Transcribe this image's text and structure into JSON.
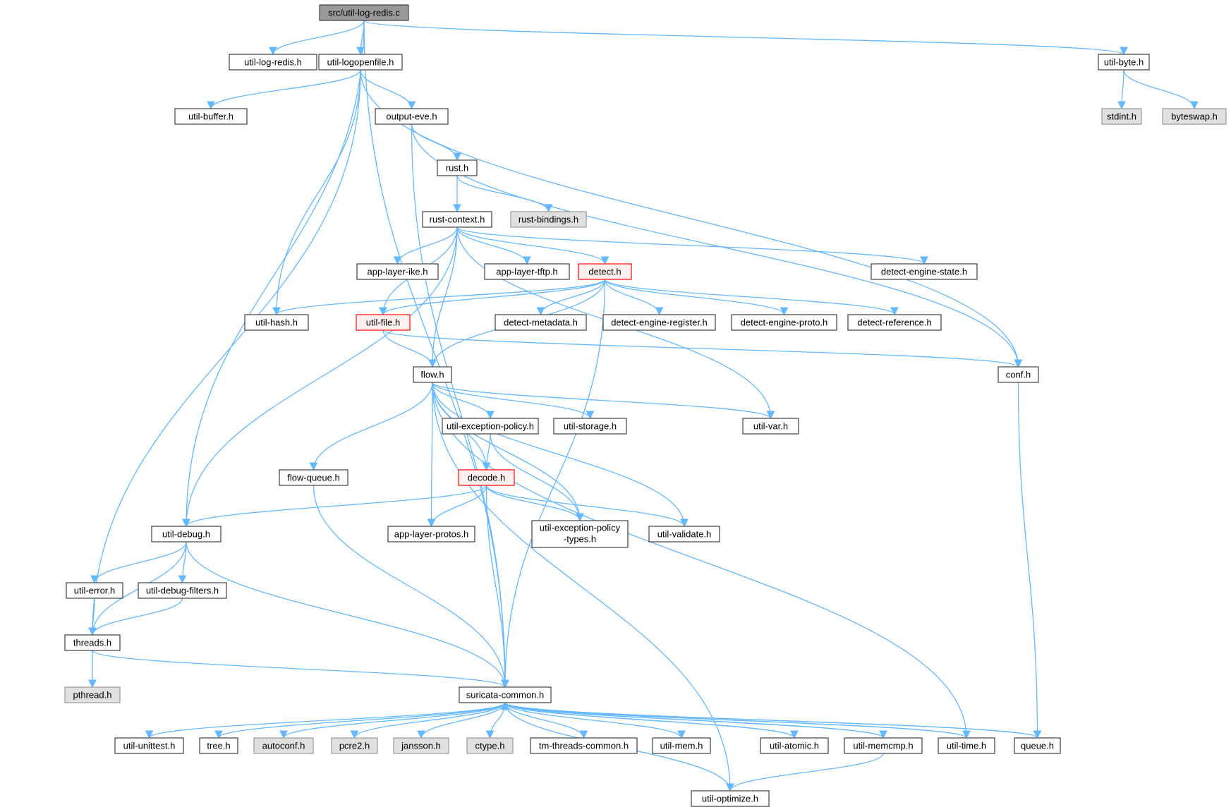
{
  "diagram": {
    "colors": {
      "edge": "#63b8ff",
      "node_fill": "#ffffff",
      "root_fill": "#999999",
      "system_fill": "#e0e0e0",
      "system_border": "#999999",
      "highlight_border": "#ff0000",
      "highlight_fill": "#fff0f0"
    },
    "nodes": [
      {
        "id": "root",
        "label": "src/util-log-redis.c",
        "style": "root"
      },
      {
        "id": "logredis",
        "label": "util-log-redis.h",
        "style": "normal"
      },
      {
        "id": "logopen",
        "label": "util-logopenfile.h",
        "style": "normal"
      },
      {
        "id": "byte",
        "label": "util-byte.h",
        "style": "normal"
      },
      {
        "id": "stdint",
        "label": "stdint.h",
        "style": "system"
      },
      {
        "id": "byteswap",
        "label": "byteswap.h",
        "style": "system"
      },
      {
        "id": "buffer",
        "label": "util-buffer.h",
        "style": "normal"
      },
      {
        "id": "outeve",
        "label": "output-eve.h",
        "style": "normal"
      },
      {
        "id": "rust",
        "label": "rust.h",
        "style": "normal"
      },
      {
        "id": "rustbind",
        "label": "rust-bindings.h",
        "style": "system"
      },
      {
        "id": "rustctx",
        "label": "rust-context.h",
        "style": "normal"
      },
      {
        "id": "ike",
        "label": "app-layer-ike.h",
        "style": "normal"
      },
      {
        "id": "tftp",
        "label": "app-layer-tftp.h",
        "style": "normal"
      },
      {
        "id": "detect",
        "label": "detect.h",
        "style": "highlight"
      },
      {
        "id": "desstate",
        "label": "detect-engine-state.h",
        "style": "normal"
      },
      {
        "id": "hash",
        "label": "util-hash.h",
        "style": "normal"
      },
      {
        "id": "file",
        "label": "util-file.h",
        "style": "highlight"
      },
      {
        "id": "dmeta",
        "label": "detect-metadata.h",
        "style": "normal"
      },
      {
        "id": "dreg",
        "label": "detect-engine-register.h",
        "style": "normal"
      },
      {
        "id": "dproto",
        "label": "detect-engine-proto.h",
        "style": "normal"
      },
      {
        "id": "dref",
        "label": "detect-reference.h",
        "style": "normal"
      },
      {
        "id": "conf",
        "label": "conf.h",
        "style": "normal"
      },
      {
        "id": "flow",
        "label": "flow.h",
        "style": "normal"
      },
      {
        "id": "excpol",
        "label": "util-exception-policy.h",
        "style": "normal"
      },
      {
        "id": "storage",
        "label": "util-storage.h",
        "style": "normal"
      },
      {
        "id": "var",
        "label": "util-var.h",
        "style": "normal"
      },
      {
        "id": "flowq",
        "label": "flow-queue.h",
        "style": "normal"
      },
      {
        "id": "decode",
        "label": "decode.h",
        "style": "highlight"
      },
      {
        "id": "debug",
        "label": "util-debug.h",
        "style": "normal"
      },
      {
        "id": "protos",
        "label": "app-layer-protos.h",
        "style": "normal"
      },
      {
        "id": "exctypes",
        "label": "util-exception-policy",
        "label2": "-types.h",
        "style": "normal"
      },
      {
        "id": "validate",
        "label": "util-validate.h",
        "style": "normal"
      },
      {
        "id": "error",
        "label": "util-error.h",
        "style": "normal"
      },
      {
        "id": "dbgfilt",
        "label": "util-debug-filters.h",
        "style": "normal"
      },
      {
        "id": "threads",
        "label": "threads.h",
        "style": "normal"
      },
      {
        "id": "pthread",
        "label": "pthread.h",
        "style": "system"
      },
      {
        "id": "common",
        "label": "suricata-common.h",
        "style": "normal"
      },
      {
        "id": "unittest",
        "label": "util-unittest.h",
        "style": "normal"
      },
      {
        "id": "tree",
        "label": "tree.h",
        "style": "normal"
      },
      {
        "id": "autoconf",
        "label": "autoconf.h",
        "style": "system"
      },
      {
        "id": "pcre2",
        "label": "pcre2.h",
        "style": "system"
      },
      {
        "id": "jansson",
        "label": "jansson.h",
        "style": "system"
      },
      {
        "id": "ctype",
        "label": "ctype.h",
        "style": "system"
      },
      {
        "id": "tmthreads",
        "label": "tm-threads-common.h",
        "style": "normal"
      },
      {
        "id": "mem",
        "label": "util-mem.h",
        "style": "normal"
      },
      {
        "id": "atomic",
        "label": "util-atomic.h",
        "style": "normal"
      },
      {
        "id": "memcmp",
        "label": "util-memcmp.h",
        "style": "normal"
      },
      {
        "id": "time",
        "label": "util-time.h",
        "style": "normal"
      },
      {
        "id": "queue",
        "label": "queue.h",
        "style": "normal"
      },
      {
        "id": "optimize",
        "label": "util-optimize.h",
        "style": "normal"
      }
    ],
    "edges": [
      [
        "root",
        "logredis"
      ],
      [
        "root",
        "logopen"
      ],
      [
        "root",
        "byte"
      ],
      [
        "root",
        "debug"
      ],
      [
        "root",
        "common"
      ],
      [
        "byte",
        "stdint"
      ],
      [
        "byte",
        "byteswap"
      ],
      [
        "logopen",
        "buffer"
      ],
      [
        "logopen",
        "outeve"
      ],
      [
        "logopen",
        "hash"
      ],
      [
        "logopen",
        "threads"
      ],
      [
        "logopen",
        "conf"
      ],
      [
        "outeve",
        "rust"
      ],
      [
        "outeve",
        "conf"
      ],
      [
        "outeve",
        "common"
      ],
      [
        "rust",
        "rustbind"
      ],
      [
        "rust",
        "rustctx"
      ],
      [
        "rustctx",
        "ike"
      ],
      [
        "rustctx",
        "tftp"
      ],
      [
        "rustctx",
        "detect"
      ],
      [
        "rustctx",
        "desstate"
      ],
      [
        "rustctx",
        "file"
      ],
      [
        "rustctx",
        "flow"
      ],
      [
        "rustctx",
        "debug"
      ],
      [
        "rustctx",
        "var"
      ],
      [
        "detect",
        "hash"
      ],
      [
        "detect",
        "file"
      ],
      [
        "detect",
        "dmeta"
      ],
      [
        "detect",
        "dreg"
      ],
      [
        "detect",
        "dproto"
      ],
      [
        "detect",
        "dref"
      ],
      [
        "detect",
        "flow"
      ],
      [
        "detect",
        "common"
      ],
      [
        "file",
        "flow"
      ],
      [
        "file",
        "conf"
      ],
      [
        "conf",
        "queue"
      ],
      [
        "flow",
        "excpol"
      ],
      [
        "flow",
        "storage"
      ],
      [
        "flow",
        "var"
      ],
      [
        "flow",
        "flowq"
      ],
      [
        "flow",
        "decode"
      ],
      [
        "flow",
        "protos"
      ],
      [
        "flow",
        "exctypes"
      ],
      [
        "flow",
        "validate"
      ],
      [
        "flow",
        "time"
      ],
      [
        "flow",
        "optimize"
      ],
      [
        "excpol",
        "decode"
      ],
      [
        "excpol",
        "exctypes"
      ],
      [
        "flowq",
        "common"
      ],
      [
        "decode",
        "debug"
      ],
      [
        "decode",
        "protos"
      ],
      [
        "decode",
        "exctypes"
      ],
      [
        "decode",
        "validate"
      ],
      [
        "decode",
        "common"
      ],
      [
        "debug",
        "error"
      ],
      [
        "debug",
        "dbgfilt"
      ],
      [
        "debug",
        "threads"
      ],
      [
        "debug",
        "common"
      ],
      [
        "error",
        "threads"
      ],
      [
        "dbgfilt",
        "threads"
      ],
      [
        "threads",
        "pthread"
      ],
      [
        "threads",
        "common"
      ],
      [
        "common",
        "unittest"
      ],
      [
        "common",
        "tree"
      ],
      [
        "common",
        "autoconf"
      ],
      [
        "common",
        "pcre2"
      ],
      [
        "common",
        "jansson"
      ],
      [
        "common",
        "ctype"
      ],
      [
        "common",
        "tmthreads"
      ],
      [
        "common",
        "mem"
      ],
      [
        "common",
        "atomic"
      ],
      [
        "common",
        "memcmp"
      ],
      [
        "common",
        "time"
      ],
      [
        "common",
        "queue"
      ],
      [
        "common",
        "optimize"
      ],
      [
        "memcmp",
        "optimize"
      ],
      [
        "memcmp",
        "common"
      ],
      [
        "time",
        "common"
      ],
      [
        "queue",
        "common"
      ],
      [
        "atomic",
        "common"
      ]
    ]
  }
}
